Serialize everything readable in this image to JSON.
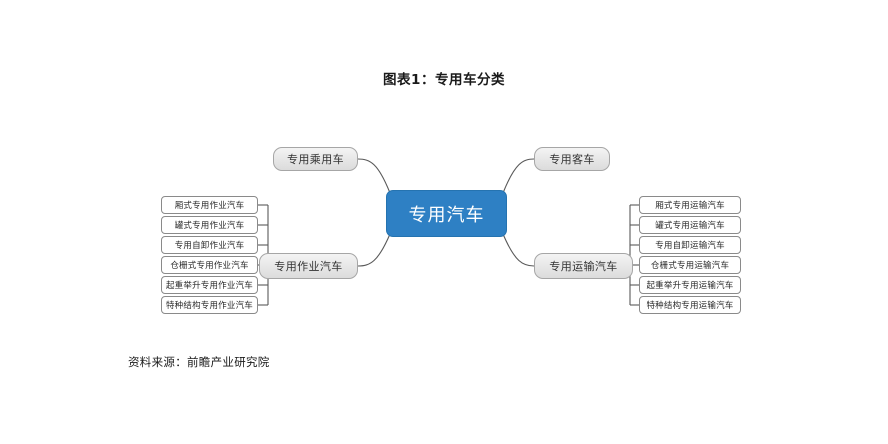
{
  "title": "图表1：专用车分类",
  "source": "资料来源：前瞻产业研究院",
  "colors": {
    "root_fill": "#2e80c4",
    "root_text": "#ffffff",
    "branch_fill": "#e6e6e6",
    "branch_border": "#a6a6a6",
    "leaf_border": "#8a8a8a",
    "connector": "#595959",
    "page_background": "#ffffff"
  },
  "chart_data": {
    "type": "diagram",
    "diagram_kind": "mind-map",
    "title": "图表1：专用车分类",
    "root": "专用汽车",
    "branches": [
      {
        "id": "passenger",
        "label": "专用乘用车",
        "side": "left",
        "position": "top",
        "children": []
      },
      {
        "id": "bus",
        "label": "专用客车",
        "side": "right",
        "position": "top",
        "children": []
      },
      {
        "id": "operation",
        "label": "专用作业汽车",
        "side": "left",
        "position": "bottom",
        "children": [
          "厢式专用作业汽车",
          "罐式专用作业汽车",
          "专用自卸作业汽车",
          "仓栅式专用作业汽车",
          "起重举升专用作业汽车",
          "特种结构专用作业汽车"
        ]
      },
      {
        "id": "transport",
        "label": "专用运输汽车",
        "side": "right",
        "position": "bottom",
        "children": [
          "厢式专用运输汽车",
          "罐式专用运输汽车",
          "专用自卸运输汽车",
          "仓栅式专用运输汽车",
          "起重举升专用运输汽车",
          "特种结构专用运输汽车"
        ]
      }
    ]
  },
  "nodes": {
    "root": "专用汽车",
    "passenger": "专用乘用车",
    "bus": "专用客车",
    "operation": "专用作业汽车",
    "transport": "专用运输汽车"
  },
  "operation_leaves": [
    "厢式专用作业汽车",
    "罐式专用作业汽车",
    "专用自卸作业汽车",
    "仓栅式专用作业汽车",
    "起重举升专用作业汽车",
    "特种结构专用作业汽车"
  ],
  "transport_leaves": [
    "厢式专用运输汽车",
    "罐式专用运输汽车",
    "专用自卸运输汽车",
    "仓栅式专用运输汽车",
    "起重举升专用运输汽车",
    "特种结构专用运输汽车"
  ]
}
